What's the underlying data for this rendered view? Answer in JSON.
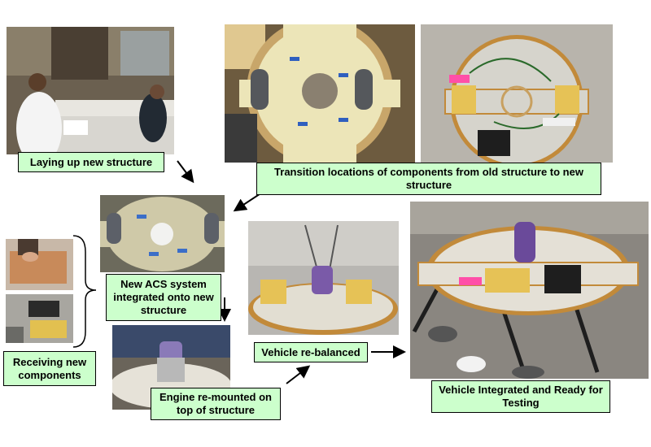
{
  "labels": {
    "layup": "Laying up new structure",
    "transition": "Transition locations of components from old structure to new structure",
    "acs": "New ACS system integrated onto new structure",
    "receiving": "Receiving new components",
    "engine": "Engine re-mounted on top of structure",
    "rebalanced": "Vehicle re-balanced",
    "ready": "Vehicle Integrated and Ready for Testing"
  }
}
